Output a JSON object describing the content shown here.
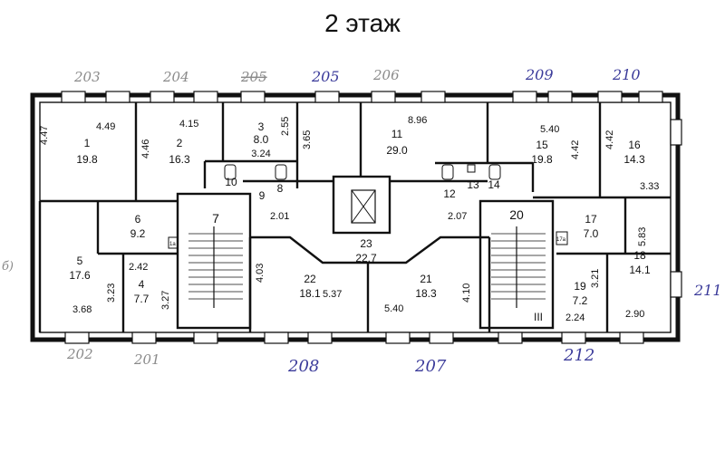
{
  "title": "2 этаж",
  "colors": {
    "wall": "#111111",
    "pencil": "#8a8a8a",
    "ink": "#3b3b9a",
    "paper": "#ffffff"
  },
  "rooms": [
    {
      "num": "1",
      "area": "19.8",
      "dims": [
        "4.47",
        "4.49"
      ]
    },
    {
      "num": "2",
      "area": "16.3",
      "dims": [
        "4.15",
        "4.46"
      ]
    },
    {
      "num": "3",
      "area": "8.0",
      "dims": [
        "2.55",
        "3.24"
      ]
    },
    {
      "num": "4",
      "area": "7.7",
      "dims": [
        "3.27"
      ]
    },
    {
      "num": "5",
      "area": "17.6",
      "dims": [
        "3.23",
        "3.68"
      ]
    },
    {
      "num": "6",
      "area": "9.2",
      "dims": [
        "2.42"
      ]
    },
    {
      "num": "7",
      "area": "",
      "dims": []
    },
    {
      "num": "8",
      "area": "",
      "dims": []
    },
    {
      "num": "9",
      "area": "",
      "dims": [
        "2.01"
      ]
    },
    {
      "num": "10",
      "area": "",
      "dims": []
    },
    {
      "num": "11",
      "area": "29.0",
      "dims": [
        "8.96",
        "3.65"
      ]
    },
    {
      "num": "12",
      "area": "",
      "dims": []
    },
    {
      "num": "13",
      "area": "",
      "dims": []
    },
    {
      "num": "14",
      "area": "",
      "dims": []
    },
    {
      "num": "15",
      "area": "19.8",
      "dims": [
        "5.40",
        "4.42"
      ]
    },
    {
      "num": "16",
      "area": "14.3",
      "dims": [
        "4.42",
        "3.33"
      ]
    },
    {
      "num": "17",
      "area": "7.0",
      "dims": []
    },
    {
      "num": "18",
      "area": "14.1",
      "dims": [
        "5.83"
      ]
    },
    {
      "num": "19",
      "area": "7.2",
      "dims": [
        "3.21",
        "2.24"
      ]
    },
    {
      "num": "20",
      "area": "",
      "dims": [
        "2.07"
      ]
    },
    {
      "num": "21",
      "area": "18.3",
      "dims": [
        "4.10",
        "5.40"
      ]
    },
    {
      "num": "22",
      "area": "18.1",
      "dims": [
        "4.03",
        "5.37"
      ]
    },
    {
      "num": "23",
      "area": "22.7",
      "dims": []
    }
  ],
  "extra_labels": {
    "one_a": "1а",
    "seventeen_a": "17а",
    "stair_mark": "III",
    "side_dims": "2.90"
  },
  "handwritten": {
    "top": [
      "203",
      "204",
      "205",
      "205",
      "206",
      "209",
      "210"
    ],
    "bottom": [
      "202",
      "201",
      "208",
      "207",
      "212"
    ],
    "right": "211",
    "left": "б)"
  }
}
